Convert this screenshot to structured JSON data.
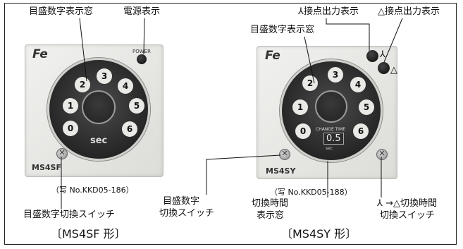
{
  "left": {
    "label_scale_window": "目盛数字表示窓",
    "label_power": "電源表示",
    "power_text": "POWER",
    "dial_numbers": [
      "0",
      "1",
      "2",
      "3",
      "4",
      "5",
      "6"
    ],
    "dial_unit": "sec",
    "model": "MS4SF",
    "photo_ref": "（写 No.KKD05-186）",
    "label_switch": "目盛数字切換スイッチ",
    "caption": "〔MS4SF 形〕"
  },
  "right": {
    "label_contact_y": "⅄接点出力表示",
    "label_contact_delta": "△接点出力表示",
    "label_scale_window": "目盛数字表示窓",
    "dial_numbers": [
      "0",
      "1",
      "2",
      "3",
      "4",
      "5",
      "6"
    ],
    "change_time_title": "CHANGE TIME",
    "change_time_value": "0.5",
    "change_time_unit": "sec",
    "model": "MS4SY",
    "label_scale_switch_1": "目盛数字",
    "label_scale_switch_2": "切換スイッチ",
    "photo_ref": "（写 No.KKD05-188）",
    "label_time_window_1": "切換時間",
    "label_time_window_2": "表示窓",
    "label_time_switch_1": "⅄ →△切換時間",
    "label_time_switch_2": "切換スイッチ",
    "caption": "〔MS4SY 形〕",
    "mark_y": "⅄",
    "mark_delta": "△"
  },
  "brand_mark": "Fe"
}
